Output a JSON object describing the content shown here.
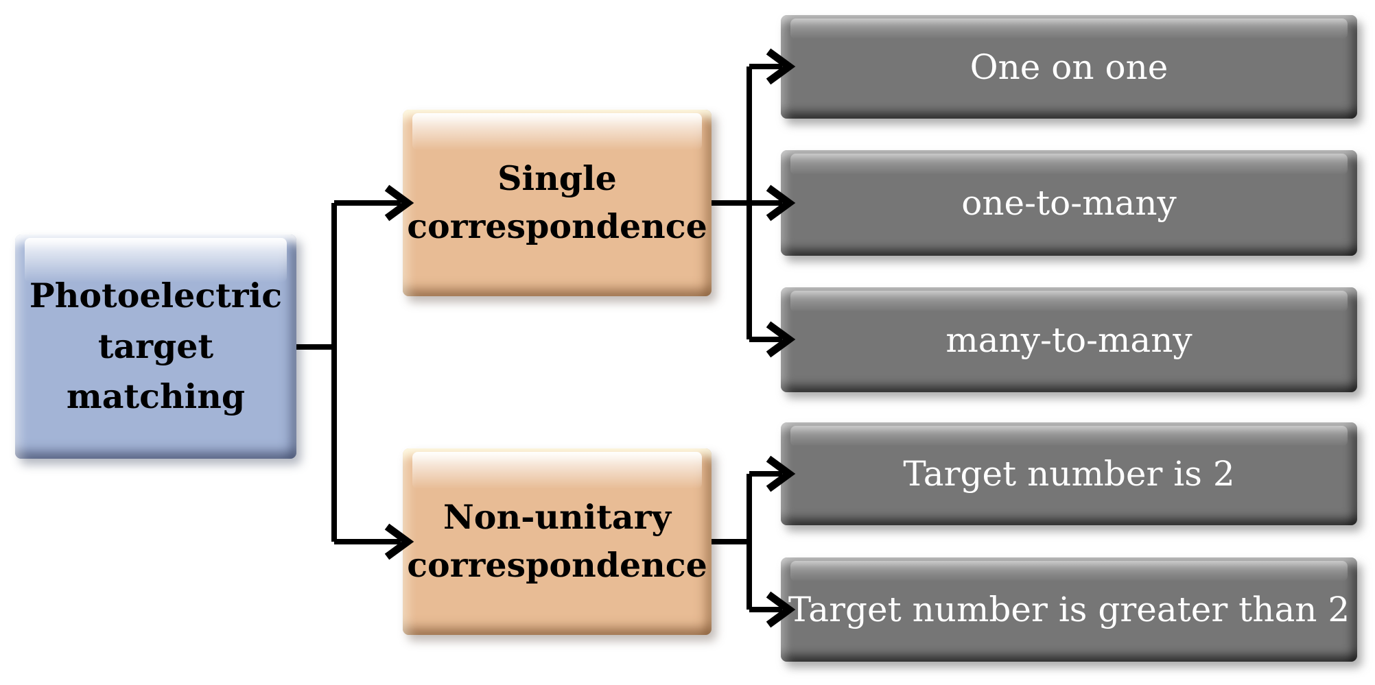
{
  "diagram": {
    "root": {
      "label": "Photoelectric\ntarget\nmatching"
    },
    "branches": [
      {
        "label": "Single\ncorrespondence",
        "children": [
          "One on one",
          "one-to-many",
          "many-to-many"
        ]
      },
      {
        "label": "Non-unitary\ncorrespondence",
        "children": [
          "Target number is 2",
          "Target number is greater than 2"
        ]
      }
    ]
  },
  "colors": {
    "background": "#ffffff",
    "root_fill": "#a3b4d6",
    "branch_fill": "#e8bc95",
    "leaf_fill": "#767676",
    "connector": "#000000",
    "text_dark": "#000000",
    "text_light": "#ffffff"
  }
}
